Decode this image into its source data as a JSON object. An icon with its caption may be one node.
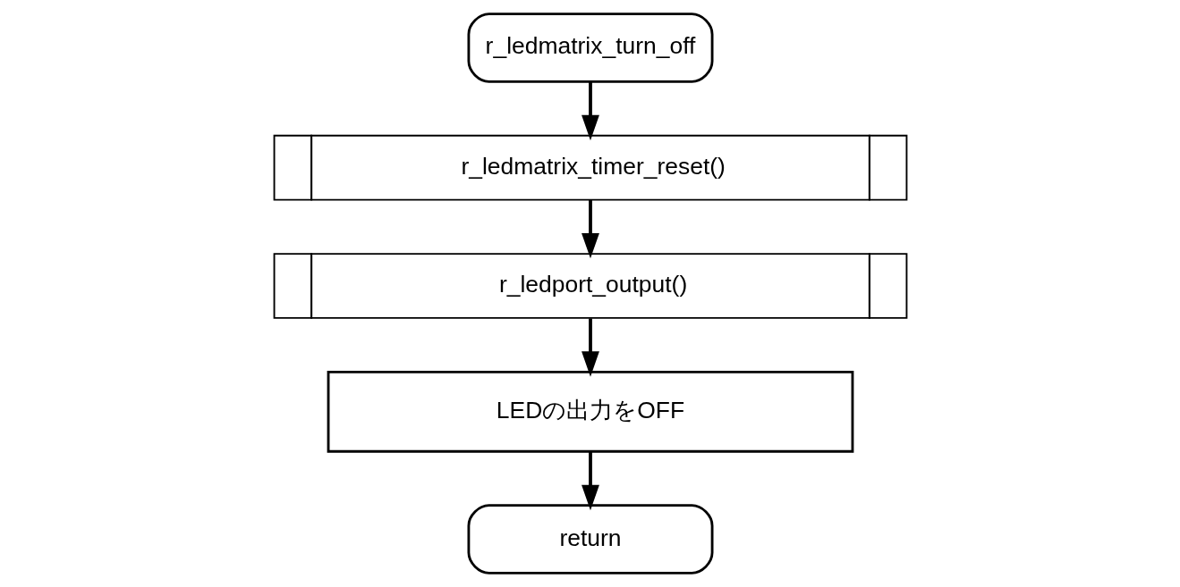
{
  "diagram": {
    "nodes": [
      {
        "text": [
          "r_ledmatrix_turn_off"
        ]
      },
      {
        "text": [
          "r_ledmatrix_timer_reset()"
        ]
      },
      {
        "text": [
          "r_ledport_output()"
        ]
      },
      {
        "text": [
          "LEDの出力をOFF"
        ]
      },
      {
        "text": [
          "return"
        ]
      }
    ],
    "edges": [
      {
        "from": 0,
        "to": 1,
        "arrow": "to"
      },
      {
        "from": 1,
        "to": 2,
        "arrow": "to"
      },
      {
        "from": 2,
        "to": 3,
        "arrow": "to"
      },
      {
        "from": 3,
        "to": 4,
        "arrow": "to"
      }
    ]
  }
}
